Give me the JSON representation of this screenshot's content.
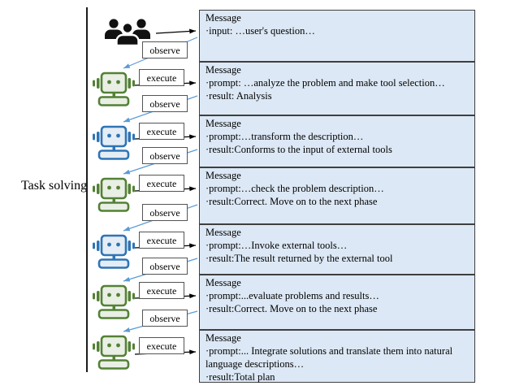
{
  "diagram": {
    "side_label": "Task solving",
    "edge_labels": {
      "observe": "observe",
      "execute": "execute"
    },
    "actors": [
      {
        "name": "users",
        "icon": "users-group-icon",
        "color": "#111111"
      },
      {
        "name": "agent-1",
        "icon": "robot-icon",
        "color": "#538135"
      },
      {
        "name": "agent-2",
        "icon": "robot-icon",
        "color": "#2e74b5"
      },
      {
        "name": "agent-3",
        "icon": "robot-icon",
        "color": "#538135"
      },
      {
        "name": "agent-4",
        "icon": "robot-icon",
        "color": "#2e74b5"
      },
      {
        "name": "agent-5",
        "icon": "robot-icon",
        "color": "#538135"
      },
      {
        "name": "agent-6",
        "icon": "robot-icon",
        "color": "#538135"
      }
    ],
    "messages": [
      {
        "title": "Message",
        "lines": [
          "·input: …user's question…"
        ]
      },
      {
        "title": "Message",
        "lines": [
          "·prompt: …analyze the problem and make tool selection…",
          "·result: Analysis"
        ]
      },
      {
        "title": "Message",
        "lines": [
          "·prompt:…transform the description…",
          "·result:Conforms to the input of external tools"
        ]
      },
      {
        "title": "Message",
        "lines": [
          "·prompt:…check the problem description…",
          "·result:Correct. Move on to the next phase"
        ]
      },
      {
        "title": "Message",
        "lines": [
          "·prompt:…Invoke external tools…",
          "·result:The result returned by the external tool"
        ]
      },
      {
        "title": "Message",
        "lines": [
          "·prompt:...evaluate problems and results…",
          "·result:Correct. Move on to the next phase"
        ]
      },
      {
        "title": "Message",
        "lines": [
          "·prompt:... Integrate solutions and translate them into natural language descriptions…",
          "·result:Total plan"
        ]
      }
    ],
    "colors": {
      "message_fill": "#dce8f5",
      "message_border": "#3f3f3f",
      "observe_arrow": "#5b9bd5",
      "execute_arrow": "#000000",
      "robot_green": "#538135",
      "robot_blue": "#2e74b5"
    }
  }
}
